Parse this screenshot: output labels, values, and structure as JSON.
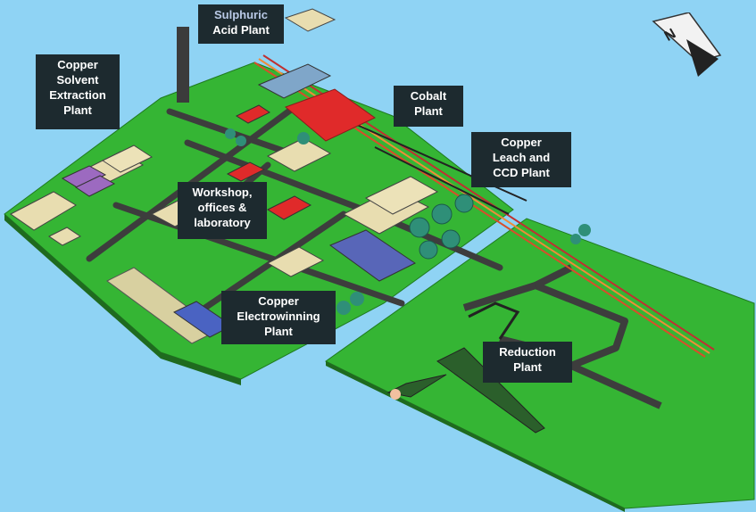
{
  "labels": {
    "sulphuric": {
      "line1": "Sulphuric",
      "line2": "Acid Plant"
    },
    "solvent": {
      "line1": "Copper",
      "line2": "Solvent",
      "line3": "Extraction",
      "line4": "Plant"
    },
    "cobalt": {
      "line1": "Cobalt",
      "line2": "Plant"
    },
    "leach": {
      "line1": "Copper",
      "line2": "Leach and",
      "line3": "CCD Plant"
    },
    "workshop": {
      "line1": "Workshop,",
      "line2": "offices &",
      "line3": "laboratory"
    },
    "electrowinning": {
      "line1": "Copper",
      "line2": "Electrowinning",
      "line3": "Plant"
    },
    "reduction": {
      "line1": "Reduction",
      "line2": "Plant"
    }
  },
  "compass": {
    "letter": "N"
  },
  "colors": {
    "background": "#8fd3f4",
    "ground": "#35b534",
    "road": "#3d3d3d",
    "label_bg": "#1d2a2f",
    "sulphuric_text": "#b9c9e6",
    "building_red": "#e02a2a",
    "tank": "#2f8f78"
  }
}
